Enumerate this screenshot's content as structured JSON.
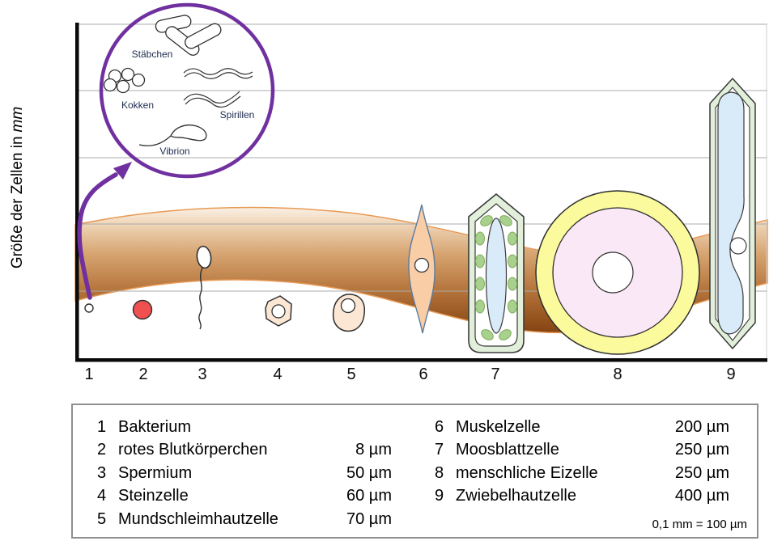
{
  "y_axis": {
    "label": "Größe der Zellen in",
    "unit": "mm"
  },
  "x_axis": {
    "numbers": [
      "1",
      "2",
      "3",
      "4",
      "5",
      "6",
      "7",
      "8",
      "9"
    ]
  },
  "inset": {
    "staebchen": "Stäbchen",
    "kokken": "Kokken",
    "spirillen": "Spirillen",
    "vibrion": "Vibrion"
  },
  "legend": {
    "left": [
      {
        "num": "1",
        "name": "Bakterium",
        "size": ""
      },
      {
        "num": "2",
        "name": "rotes Blutkörperchen",
        "size": "8 µm"
      },
      {
        "num": "3",
        "name": "Spermium",
        "size": "50 µm"
      },
      {
        "num": "4",
        "name": "Steinzelle",
        "size": "60 µm"
      },
      {
        "num": "5",
        "name": "Mundschleimhautzelle",
        "size": "70 µm"
      }
    ],
    "right": [
      {
        "num": "6",
        "name": "Muskelzelle",
        "size": "200 µm"
      },
      {
        "num": "7",
        "name": "Moosblattzelle",
        "size": "250 µm"
      },
      {
        "num": "8",
        "name": "menschliche Eizelle",
        "size": "250 µm"
      },
      {
        "num": "9",
        "name": "Zwiebelhautzelle",
        "size": "400 µm"
      }
    ],
    "note": "0,1 mm = 100 µm"
  },
  "chart_data": {
    "type": "pictorial-size-comparison",
    "ylabel": "Größe der Zellen in mm",
    "categories": [
      "Bakterium",
      "rotes Blutkörperchen",
      "Spermium",
      "Steinzelle",
      "Mundschleimhautzelle",
      "Muskelzelle",
      "Moosblattzelle",
      "menschliche Eizelle",
      "Zwiebelhautzelle"
    ],
    "values_um": [
      null,
      8,
      50,
      60,
      70,
      200,
      250,
      250,
      400
    ],
    "gridline_interval_mm": 0.1,
    "scale_note": "0,1 mm = 100 µm",
    "bacteria_forms": [
      "Stäbchen",
      "Kokken",
      "Spirillen",
      "Vibrion"
    ]
  },
  "colors": {
    "accent_purple": "#7030A0",
    "ribbon_dark_brown": "#7A3B0D",
    "ribbon_light": "#FDF6EE",
    "red_blood_cell": "#F15050",
    "plant_cell_green": "#E2EFDA",
    "chloroplast_green": "#A9D18E",
    "vacuole_blue": "#D9EAF8",
    "egg_yellow": "#FBFA9D",
    "egg_pink": "#FAE8F6",
    "skin_cell_peach": "#FCE6D4",
    "muscle_peach": "#F9CDA6",
    "gridline_gray": "#ABABAB"
  }
}
